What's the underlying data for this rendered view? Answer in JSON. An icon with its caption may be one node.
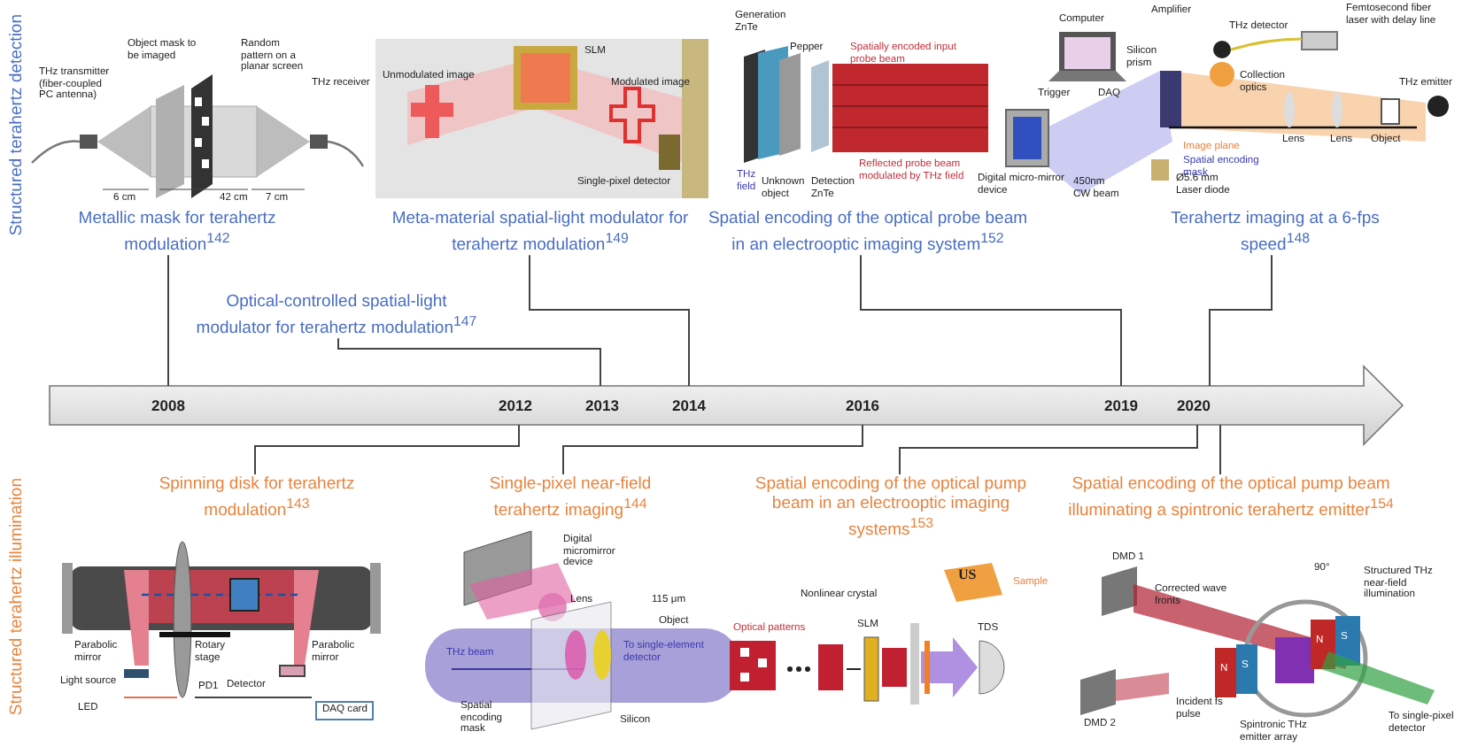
{
  "diagram": {
    "nodes": [
      {
        "text": [
          "Metallic mask for terahertz modulation$^{142}$"
        ]
      },
      {
        "text": [
          "Meta-material spatial-light modulator for terahertz modulation$^{149}$"
        ]
      },
      {
        "text": [
          "Spatial encoding of the optical probe beam in an electrooptic imaging system$^{152}$"
        ]
      },
      {
        "text": [
          "Terahertz imaging at a 6-fps speed$^{148}$"
        ]
      },
      {
        "text": [
          "Optical-controlled spatial-light modulator for terahertz modulation$^{147}$"
        ]
      },
      {
        "text": [
          "2008"
        ]
      },
      {
        "text": [
          "2012"
        ]
      },
      {
        "text": [
          "2013"
        ]
      },
      {
        "text": [
          "2014"
        ]
      },
      {
        "text": [
          "2016"
        ]
      },
      {
        "text": [
          "2019"
        ]
      },
      {
        "text": [
          "2020"
        ]
      },
      {
        "text": [
          "Spinning disk for terahertz modulation$^{143}$"
        ]
      },
      {
        "text": [
          "Single-pixel near-field terahertz imaging$^{144}$"
        ]
      },
      {
        "text": [
          "Spatial encoding of the optical pump beam in an electrooptic imaging systems$^{153}$"
        ]
      },
      {
        "text": [
          "Spatial encoding of the optical pump beam illuminating a spintronic terahertz emitter$^{154}$"
        ]
      }
    ],
    "edges": [
      {
        "from": 0,
        "to": 5,
        "arrow": "none"
      },
      {
        "from": 1,
        "to": 8,
        "arrow": "none"
      },
      {
        "from": 2,
        "to": 10,
        "arrow": "none"
      },
      {
        "from": 3,
        "to": 11,
        "arrow": "none"
      },
      {
        "from": 4,
        "to": 7,
        "arrow": "none"
      },
      {
        "from": 12,
        "to": 6,
        "arrow": "none"
      },
      {
        "from": 13,
        "to": 9,
        "arrow": "none"
      },
      {
        "from": 14,
        "to": 11,
        "arrow": "none"
      },
      {
        "from": 15,
        "to": 11,
        "arrow": "none"
      }
    ],
    "labels": [
      "Structured terahertz detection",
      "Object mask to be imaged",
      "Random pattern on a planar screen",
      "THz transmitter (fiber-coupled PC antenna)",
      "THz receiver",
      "6 cm",
      "42 cm",
      "7 cm",
      "Unmodulated image",
      "SLM",
      "Modulated image",
      "Single-pixel detector",
      "Generation ZnTe",
      "Pepper",
      "Spatially encoded input probe beam",
      "THz field",
      "Unknown object",
      "Detection ZnTe",
      "Reflected probe beam modulated by THz field",
      "Computer",
      "Amplifier",
      "THz detector",
      "Femtosecond fiber laser with delay line",
      "Silicon prism",
      "Collection optics",
      "THz emitter",
      "Digital micro-mirror device",
      "Trigger",
      "DAQ",
      "Lens",
      "Lens",
      "Object",
      "Image plane",
      "Spatial encoding mask",
      "450nm CW beam",
      "Ø5.6 mm Laser diode",
      "Structured terahertz illumination",
      "Parabolic mirror",
      "Rotary stage",
      "Parabolic mirror",
      "Light source",
      "Detector",
      "LED",
      "PD1",
      "DAQ card",
      "Digital micromirror device",
      "Lens",
      "115 μm",
      "Object",
      "THz beam",
      "To single-element detector",
      "Spatial encoding mask",
      "Silicon",
      "Nonlinear crystal",
      "US",
      "Sample",
      "Optical patterns",
      "SLM",
      "TDS",
      "DMD 1",
      "Corrected wave fronts",
      "90°",
      "Structured THz near-field illumination",
      "Spintronic THz emitter array",
      "N",
      "S",
      "N",
      "S",
      "DMD 2",
      "Incident fs pulse",
      "To single-pixel detector"
    ]
  }
}
